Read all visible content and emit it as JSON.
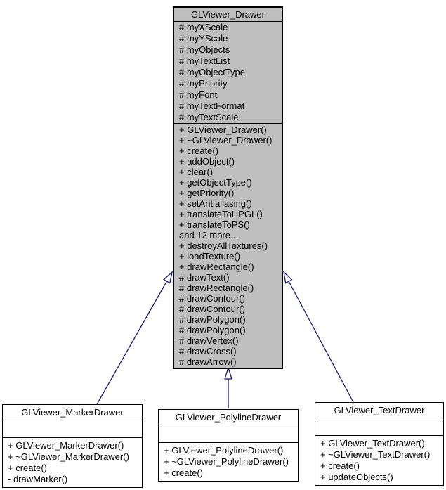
{
  "diagram": {
    "kind": "uml-inheritance-graph",
    "background_color": "#ffffff",
    "edge_color": "#191970",
    "base_class_fill": "#bfbfbf",
    "subclass_fill": "#ffffff",
    "border_color": "#000000"
  },
  "classes": {
    "drawer": {
      "name": "GLViewer_Drawer",
      "attributes": [
        "# myXScale",
        "# myYScale",
        "# myObjects",
        "# myTextList",
        "# myObjectType",
        "# myPriority",
        "# myFont",
        "# myTextFormat",
        "# myTextScale"
      ],
      "methods": [
        "+ GLViewer_Drawer()",
        "+ ~GLViewer_Drawer()",
        "+ create()",
        "+ addObject()",
        "+ clear()",
        "+ getObjectType()",
        "+ getPriority()",
        "+ setAntialiasing()",
        "+ translateToHPGL()",
        "+ translateToPS()",
        "and 12 more...",
        "+ destroyAllTextures()",
        "+ loadTexture()",
        "+ drawRectangle()",
        "# drawText()",
        "# drawRectangle()",
        "# drawContour()",
        "# drawContour()",
        "# drawPolygon()",
        "# drawPolygon()",
        "# drawVertex()",
        "# drawCross()",
        "# drawArrow()"
      ]
    },
    "marker": {
      "name": "GLViewer_MarkerDrawer",
      "attributes": [],
      "methods": [
        "+ GLViewer_MarkerDrawer()",
        "+ ~GLViewer_MarkerDrawer()",
        "+ create()",
        "- drawMarker()"
      ]
    },
    "polyline": {
      "name": "GLViewer_PolylineDrawer",
      "attributes": [],
      "methods": [
        "+ GLViewer_PolylineDrawer()",
        "+ ~GLViewer_PolylineDrawer()",
        "+ create()"
      ]
    },
    "text": {
      "name": "GLViewer_TextDrawer",
      "attributes": [],
      "methods": [
        "+ GLViewer_TextDrawer()",
        "+ ~GLViewer_TextDrawer()",
        "+ create()",
        "+ updateObjects()"
      ]
    }
  },
  "relations": [
    {
      "from": "GLViewer_MarkerDrawer",
      "to": "GLViewer_Drawer",
      "type": "generalization"
    },
    {
      "from": "GLViewer_PolylineDrawer",
      "to": "GLViewer_Drawer",
      "type": "generalization"
    },
    {
      "from": "GLViewer_TextDrawer",
      "to": "GLViewer_Drawer",
      "type": "generalization"
    }
  ]
}
